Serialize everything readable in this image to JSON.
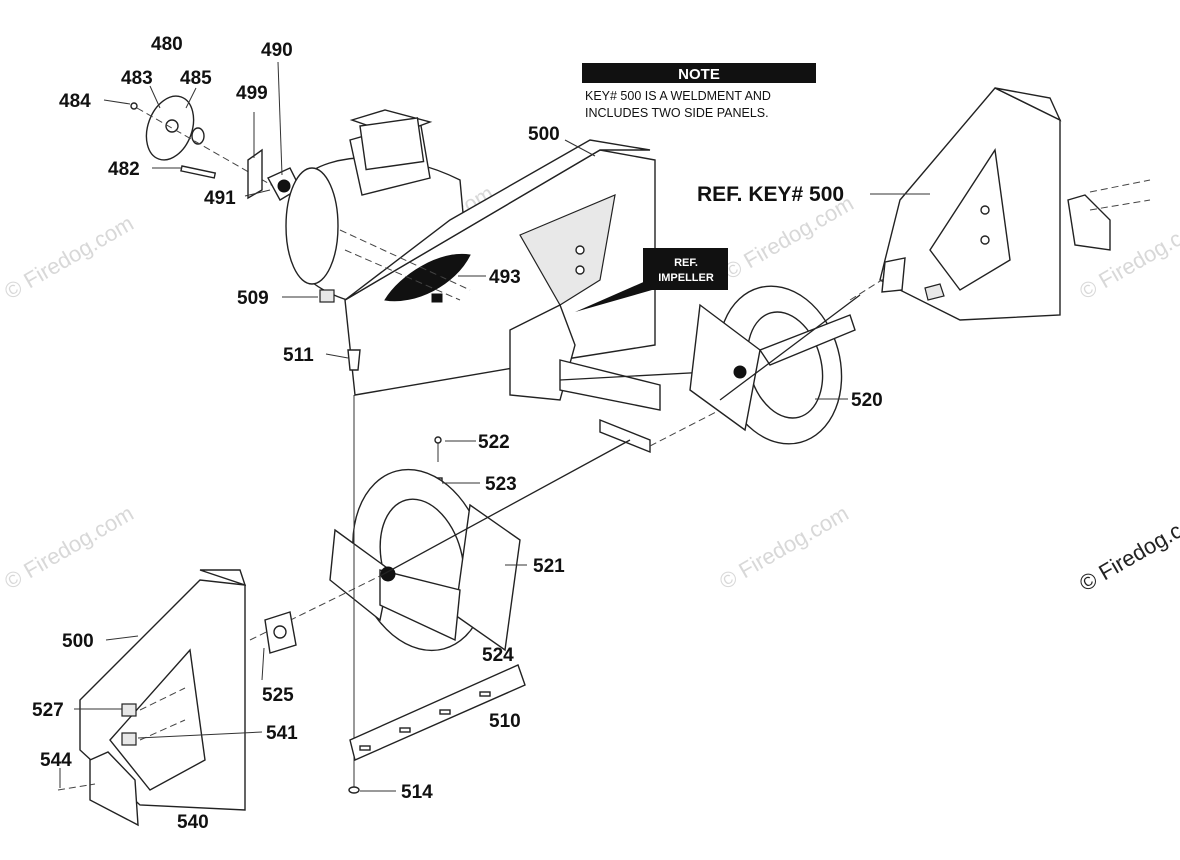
{
  "note": {
    "title": "NOTE",
    "line1": "KEY# 500 IS A WELDMENT AND",
    "line2": "INCLUDES TWO SIDE PANELS."
  },
  "ref_impeller": {
    "line1": "REF.",
    "line2": "IMPELLER"
  },
  "ref_key": "REF. KEY# 500",
  "watermark": "© Firedog.com",
  "labels": {
    "p480": "480",
    "p483": "483",
    "p485": "485",
    "p484": "484",
    "p490": "490",
    "p499": "499",
    "p482": "482",
    "p491": "491",
    "p500_top": "500",
    "p493": "493",
    "p509": "509",
    "p511": "511",
    "p520": "520",
    "p522": "522",
    "p523": "523",
    "p521": "521",
    "p500_left": "500",
    "p524": "524",
    "p525": "525",
    "p510": "510",
    "p527": "527",
    "p541": "541",
    "p544": "544",
    "p514": "514",
    "p540": "540"
  }
}
